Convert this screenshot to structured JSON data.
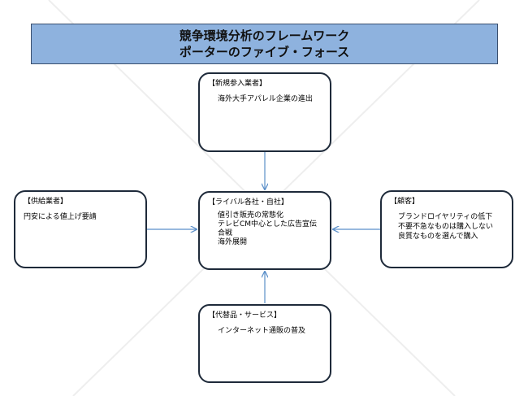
{
  "title": {
    "line1": "競争環境分析のフレームワーク",
    "line2": "ポーターのファイブ・フォース"
  },
  "boxes": {
    "new_entrants": {
      "heading": "【新規参入業者】",
      "lines": [
        "海外大手アパレル企業の進出"
      ]
    },
    "rivals": {
      "heading": "【ライバル各社・自社】",
      "lines": [
        "値引き販売の常態化",
        "テレビCM中心とした広告宣伝合戦",
        "海外展開"
      ]
    },
    "suppliers": {
      "heading": "【供給業者】",
      "lines": [
        "円安による値上げ要請"
      ]
    },
    "customers": {
      "heading": "【顧客】",
      "lines": [
        "ブランドロイヤリティの低下",
        "不要不急なものは購入しない",
        "良質なものを選んで購入"
      ]
    },
    "substitutes": {
      "heading": "【代替品・サービス】",
      "lines": [
        "インターネット通販の普及"
      ]
    }
  },
  "colors": {
    "banner_fill": "#8eb2de",
    "box_border": "#1e2a3a",
    "arrow": "#5b8fc9"
  }
}
